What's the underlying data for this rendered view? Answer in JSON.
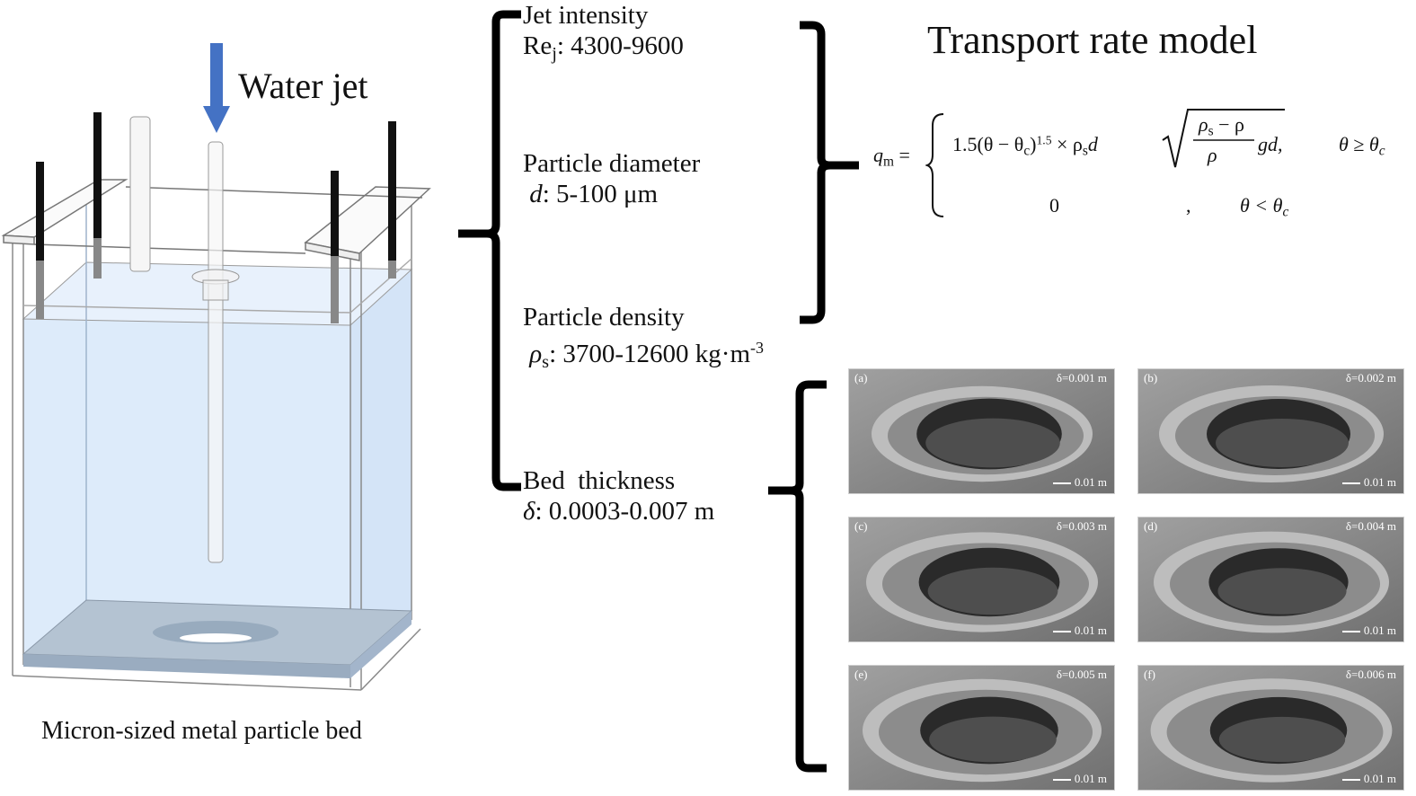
{
  "apparatus": {
    "jet_label": "Water jet",
    "caption": "Micron-sized metal particle bed",
    "colors": {
      "jet_arrow": "#4472C4",
      "water": "#DCEBFA",
      "bed": "#A9BACB"
    }
  },
  "parameters": [
    {
      "name": "Jet intensity",
      "symbol": "Re",
      "symbol_sub": "j",
      "range": ": 4300-9600"
    },
    {
      "name": "Particle diameter",
      "symbol": "d",
      "symbol_sub": "",
      "range": ": 5-100 μm"
    },
    {
      "name": "Particle density",
      "symbol": "ρ",
      "symbol_sub": "s",
      "range": ": 3700-12600 kg·m",
      "range_sup": "-3"
    },
    {
      "name": "Bed  thickness",
      "symbol": "δ",
      "symbol_sub": "",
      "range": ": 0.0003-0.007 m"
    }
  ],
  "model": {
    "title": "Transport rate model",
    "lhs": "q",
    "lhs_sub": "m",
    "case1_expr": "1.5(θ − θ",
    "case1_exp": "1.5",
    "case1_mid": " × ρ",
    "case1_frac_num": "ρ",
    "case1_frac_num_rest": " − ρ",
    "case1_frac_den": "ρ",
    "case1_tail": "gd,",
    "case1_cond": "θ ≥ θ",
    "case2_value": "0",
    "case2_comma": ",",
    "case2_cond": "θ < θ"
  },
  "scour_images": [
    {
      "label": "(a)",
      "delta": "δ=0.001 m",
      "scale": "0.01 m",
      "rim": 0.15
    },
    {
      "label": "(b)",
      "delta": "δ=0.002 m",
      "scale": "0.01 m",
      "rim": 0.25
    },
    {
      "label": "(c)",
      "delta": "δ=0.003 m",
      "scale": "0.01 m",
      "rim": 0.45
    },
    {
      "label": "(d)",
      "delta": "δ=0.004 m",
      "scale": "0.01 m",
      "rim": 0.55
    },
    {
      "label": "(e)",
      "delta": "δ=0.005 m",
      "scale": "0.01 m",
      "rim": 0.65
    },
    {
      "label": "(f)",
      "delta": "δ=0.006 m",
      "scale": "0.01 m",
      "rim": 0.72
    }
  ]
}
